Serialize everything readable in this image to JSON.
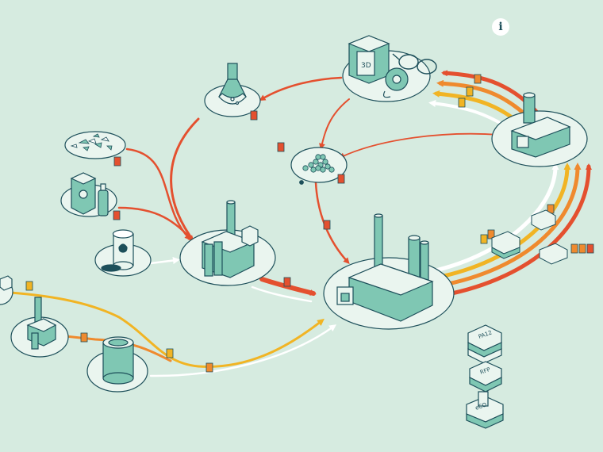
{
  "info_button": {
    "label": "i"
  },
  "bags": {
    "pa12": "PA12",
    "rfp": "RFP",
    "eco": "eCO"
  },
  "colors": {
    "background": "#d6ebe0",
    "node_fill": "#eaf5ef",
    "outline": "#1d4f5a",
    "teal": "#7fc7b3",
    "red": "#e4502f",
    "orange": "#ef8a2e",
    "yellow": "#f1b424",
    "white": "#ffffff"
  }
}
